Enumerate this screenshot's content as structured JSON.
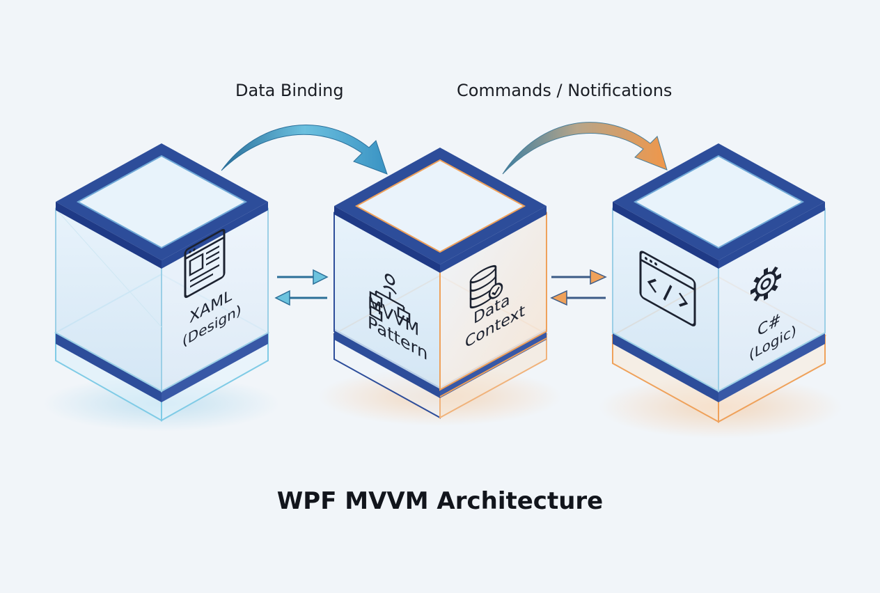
{
  "diagram": {
    "title": "WPF MVVM Architecture",
    "flow_labels": {
      "binding": "Data Binding",
      "commands": "Commands / Notifications"
    },
    "nodes": [
      {
        "id": "view",
        "lines": [
          "XAML",
          "(Design)"
        ],
        "icon": "window-layout-icon",
        "accent": "#5bb8d8"
      },
      {
        "id": "viewmodel",
        "left_lines": [
          "MVVM",
          "Pattern"
        ],
        "right_lines": [
          "Data",
          "Context"
        ],
        "icons": [
          "hierarchy-icon",
          "database-check-icon"
        ],
        "accent": "#f0a050"
      },
      {
        "id": "model",
        "left_icon": "code-window-icon",
        "right_icon": "gear-icon",
        "lines": [
          "C#",
          "(Logic)"
        ],
        "accent": "#f0a050"
      }
    ],
    "colors": {
      "frame": "#2d4d9a",
      "frame_dark": "#1f3a86",
      "glass": "#dfeefa",
      "cyan": "#6cc3de",
      "orange": "#efa15a"
    }
  }
}
